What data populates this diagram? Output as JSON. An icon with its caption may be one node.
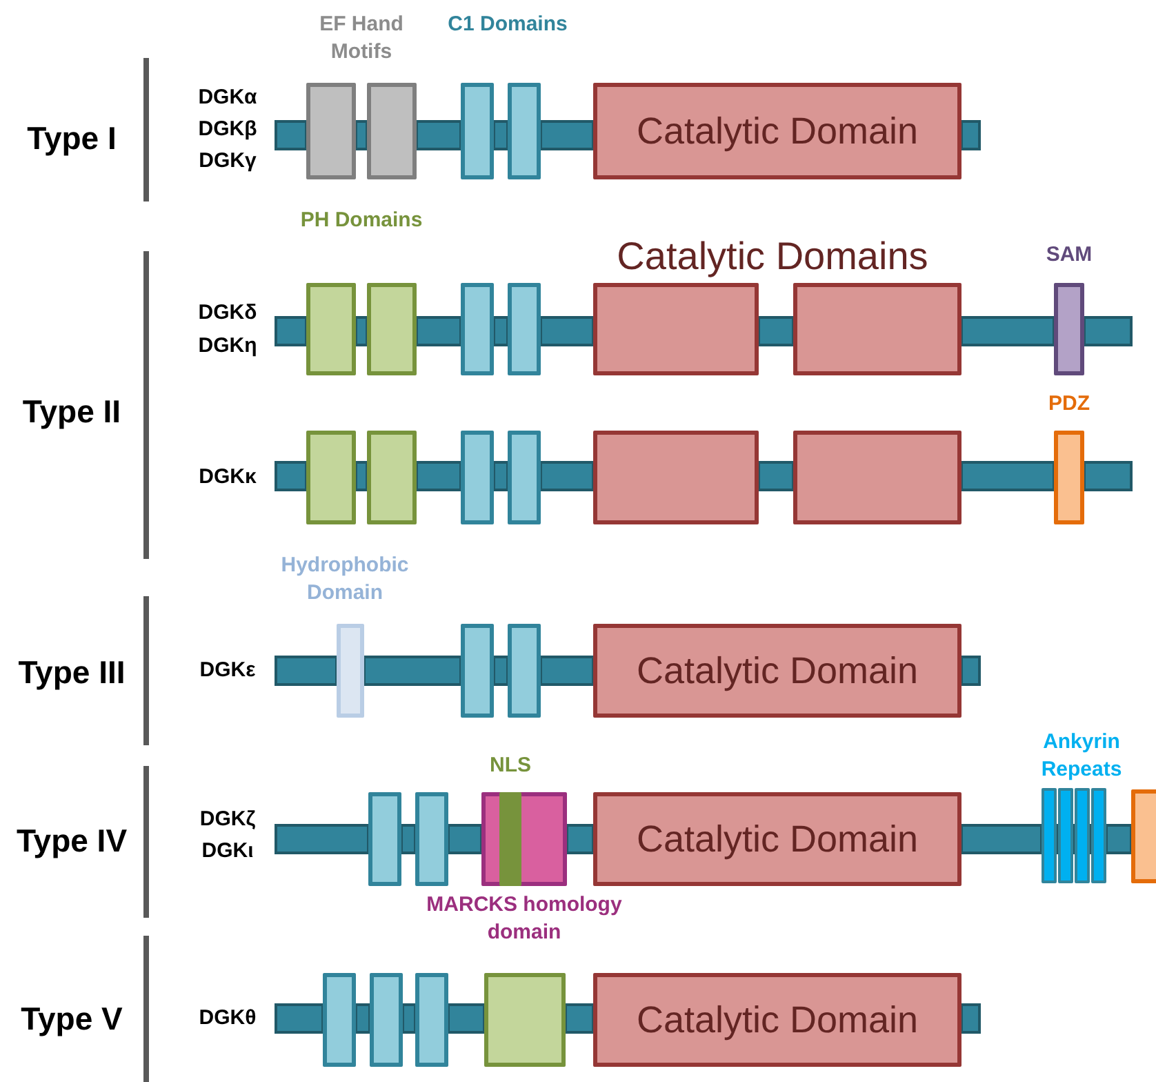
{
  "diagram": {
    "nodes": [
      {
        "text": [],
        "shape": "box"
      },
      {
        "text": [],
        "shape": "box"
      },
      {
        "text": [],
        "shape": "box"
      },
      {
        "text": [],
        "shape": "box"
      },
      {
        "text": [
          "Catalytic Domain"
        ]
      },
      {
        "text": [],
        "shape": "box"
      },
      {
        "text": [],
        "shape": "box"
      },
      {
        "text": [],
        "shape": "box"
      },
      {
        "text": [],
        "shape": "box"
      },
      {
        "text": [],
        "shape": "box"
      },
      {
        "text": [],
        "shape": "box"
      },
      {
        "text": [],
        "shape": "box"
      },
      {
        "text": [],
        "shape": "box"
      },
      {
        "text": [],
        "shape": "box"
      },
      {
        "text": [],
        "shape": "box"
      },
      {
        "text": [],
        "shape": "box"
      },
      {
        "text": [],
        "shape": "box"
      },
      {
        "text": [],
        "shape": "box"
      },
      {
        "text": [],
        "shape": "box"
      },
      {
        "text": [],
        "shape": "box"
      },
      {
        "text": [],
        "shape": "box"
      },
      {
        "text": [],
        "shape": "box"
      },
      {
        "text": [
          "Catalytic Domain"
        ]
      },
      {
        "text": [],
        "shape": "box"
      },
      {
        "text": [],
        "shape": "box"
      },
      {
        "text": [],
        "shape": "box"
      },
      {
        "text": [],
        "shape": "bar",
        "in": 25
      },
      {
        "text": [
          "Catalytic Domain"
        ]
      },
      {
        "text": [],
        "shape": "bar"
      },
      {
        "text": [],
        "shape": "bar"
      },
      {
        "text": [],
        "shape": "bar"
      },
      {
        "text": [],
        "shape": "bar"
      },
      {
        "text": [],
        "shape": "box"
      },
      {
        "text": [],
        "shape": "box"
      },
      {
        "text": [],
        "shape": "box"
      },
      {
        "text": [],
        "shape": "box"
      },
      {
        "text": [],
        "shape": "box"
      },
      {
        "text": [
          "Catalytic Domain"
        ]
      }
    ],
    "labels": [
      "EF Hand Motifs",
      "C1 Domains",
      "Type I",
      "DGKα",
      "DGKβ",
      "DGKγ",
      "PH Domains",
      "Catalytic Domains",
      "SAM",
      "DGKδ",
      "DGKη",
      "Type II",
      "PDZ",
      "DGKκ",
      "Hydrophobic Domain",
      "Type III",
      "DGKε",
      "NLS",
      "Ankyrin Repeats",
      "Type IV",
      "DGKζ",
      "DGKι",
      "MARCKS homology domain",
      "Type V",
      "DGKθ"
    ]
  }
}
